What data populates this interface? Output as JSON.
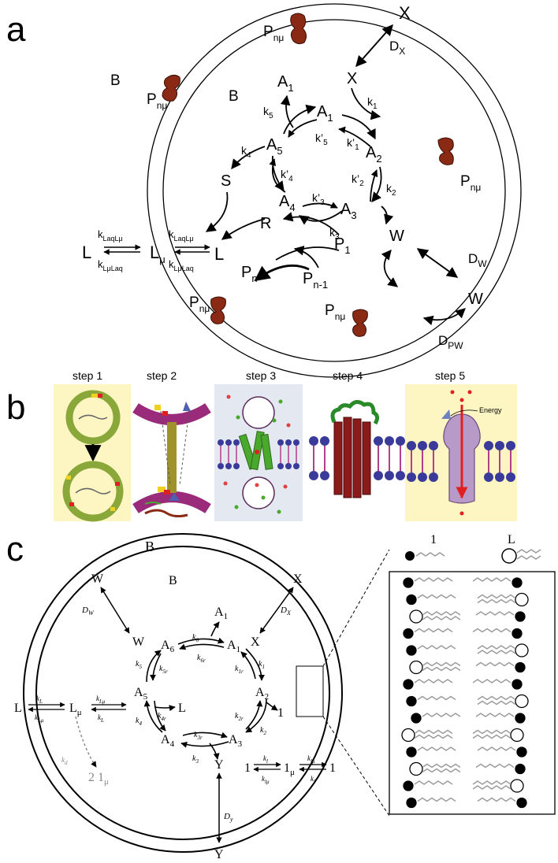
{
  "colors": {
    "ink": "#000000",
    "membrane_box": "#ff0000",
    "step_bg_yellow": "#fdf6c3",
    "step_bg_blue": "#e4e8f0",
    "vesicle_green": "#8aa83a",
    "bilayer_magenta": "#9a2a7a",
    "lipid_head": "#3a3a9a",
    "protein_green": "#4aa82c",
    "channel_red": "#8b1a1a",
    "pump_purple": "#b89ac8",
    "arrow_red": "#e02020",
    "peptide_brown": "#8b2a14",
    "tail_gray": "#9a9a9a",
    "gray_text": "#888888"
  },
  "panel_a": {
    "label": "a",
    "B_out": "B",
    "B_in": "B",
    "P": "P",
    "sub_nmu": "nμ",
    "X_out": "X",
    "X_in": "X",
    "D": "D",
    "sub_X": "X",
    "A": "A",
    "s1": "1",
    "s2": "2",
    "s3": "3",
    "s4": "4",
    "s5": "5",
    "k": "k",
    "kp": "k’",
    "S": "S",
    "R": "R",
    "P_n": "P",
    "sub_n": "n",
    "sub_n1": "n-1",
    "W": "W",
    "sub_W": "W",
    "sub_PW": "PW",
    "L": "L",
    "sub_mu": "μ",
    "sub_laqlmu": "LaqLμ",
    "sub_lmulaq": "LμLaq"
  },
  "panel_b": {
    "label": "b",
    "steps": [
      "step 1",
      "step 2",
      "step 3",
      "step 4",
      "step 5"
    ],
    "energy": "Energy"
  },
  "panel_c": {
    "label": "c",
    "B_out": "B",
    "B_in": "B",
    "W": "W",
    "X": "X",
    "A": "A",
    "L": "L",
    "Y": "Y",
    "one": "1",
    "two": "2",
    "D": "D",
    "sub_W": "W",
    "sub_X": "X",
    "sub_y": "y",
    "sub_mu": "μ",
    "k": "k",
    "sub6": "6",
    "sub6r": "6r",
    "sub1": "1",
    "sub1r": "1r",
    "sub2": "2",
    "sub2r": "2r",
    "sub3": "3",
    "sub3r": "3r",
    "sub4": "4",
    "sub4r": "4r",
    "sub5": "5",
    "sub5r": "5r",
    "subL": "L",
    "subLmu": "Lμ",
    "subl": "l",
    "sublmu": "lμ",
    "subd": "d",
    "legend_one": "1",
    "legend_L": "L"
  }
}
